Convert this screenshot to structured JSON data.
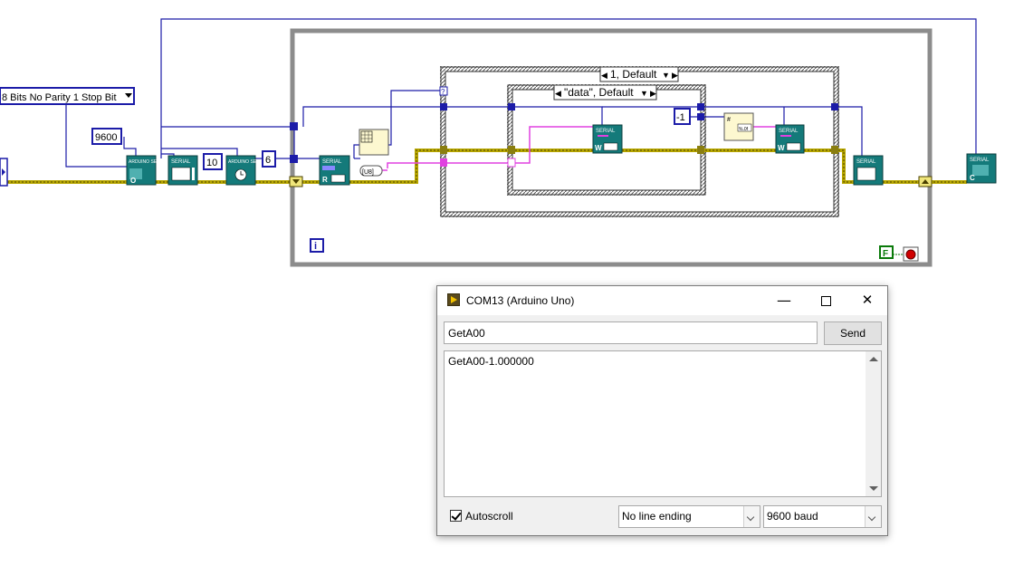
{
  "diagram": {
    "serial_config": "8 Bits No Parity 1 Stop Bit",
    "baud_const": "9600",
    "timeout_const": "10",
    "bytes_const": "6",
    "case_outer": "1, Default",
    "case_inner": "\"data\", Default",
    "neg_one_const": "-1",
    "loop_index": "i",
    "stop_const": "F",
    "unknown_tunnel": "?",
    "node_serial": "SERIAL",
    "node_arduino": "ARDUINO SERIAL",
    "write_glyph": "W",
    "read_glyph": "R",
    "open_glyph": "O",
    "close_glyph": "C",
    "u8_glyph": "[U8]",
    "format_glyph": "%.0f",
    "arrow_glyph": "▶",
    "case_arrow_left": "◀",
    "case_dropdown": "▼",
    "colors": {
      "wire_blue": "#1c1ca8",
      "wire_error": "#b7a600",
      "wire_string": "#e040e0",
      "node_teal": "#147a7a",
      "loop_frame": "#8c8c8c"
    }
  },
  "monitor": {
    "title": "COM13 (Arduino Uno)",
    "icon": "arduino-serial-icon",
    "minimize_glyph": "—",
    "close_glyph": "✕",
    "input_value": "GetA00",
    "send_label": "Send",
    "output_text": "GetA00-1.000000",
    "autoscroll_label": "Autoscroll",
    "autoscroll_checked": true,
    "line_ending": "No line ending",
    "baud": "9600 baud"
  }
}
